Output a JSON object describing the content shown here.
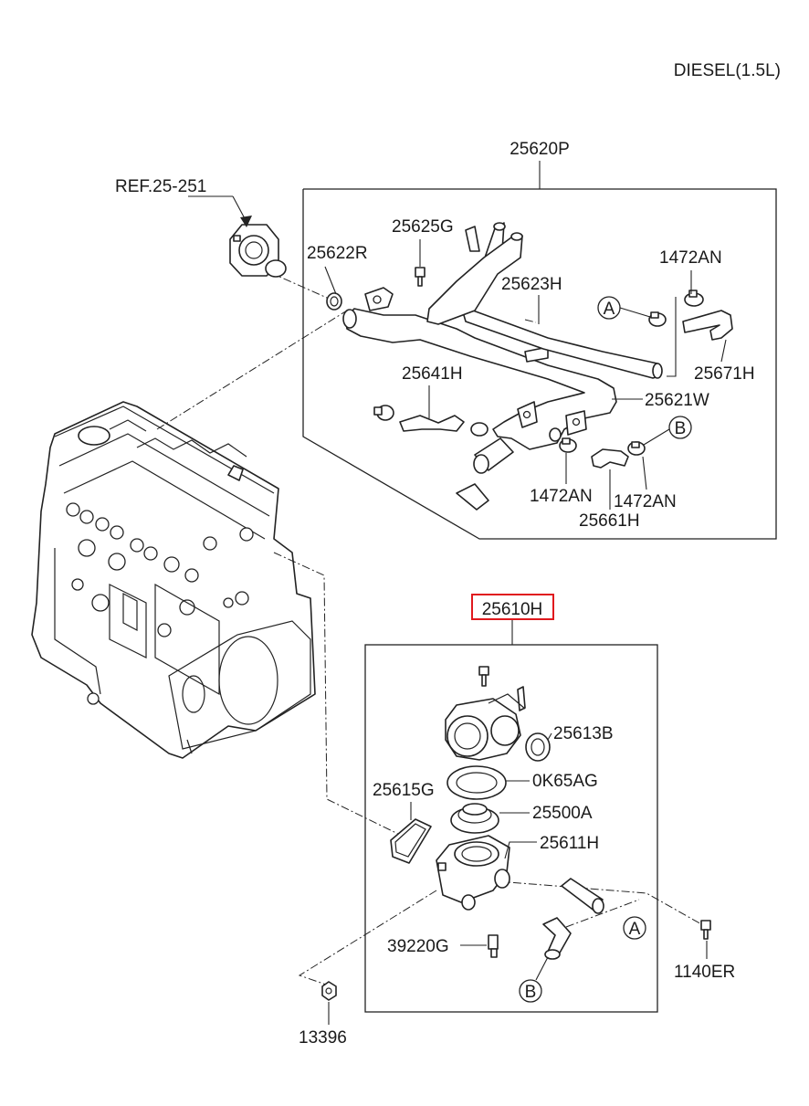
{
  "title": "DIESEL(1.5L)",
  "highlight_color": "#e0191e",
  "labels": {
    "ref": "REF.25-251",
    "p25620P": "25620P",
    "p25622R": "25622R",
    "p25625G": "25625G",
    "p25623H": "25623H",
    "p1472AN_top": "1472AN",
    "p25671H": "25671H",
    "p25641H": "25641H",
    "p25621W": "25621W",
    "p1472AN_a": "1472AN",
    "p1472AN_b": "1472AN",
    "p25661H": "25661H",
    "p25610H": "25610H",
    "p25613B": "25613B",
    "p0K65AG": "0K65AG",
    "p25615G": "25615G",
    "p25500A": "25500A",
    "p25611H": "25611H",
    "p39220G": "39220G",
    "p1140ER": "1140ER",
    "p13396": "13396"
  },
  "markers": {
    "a": "A",
    "b": "B"
  }
}
